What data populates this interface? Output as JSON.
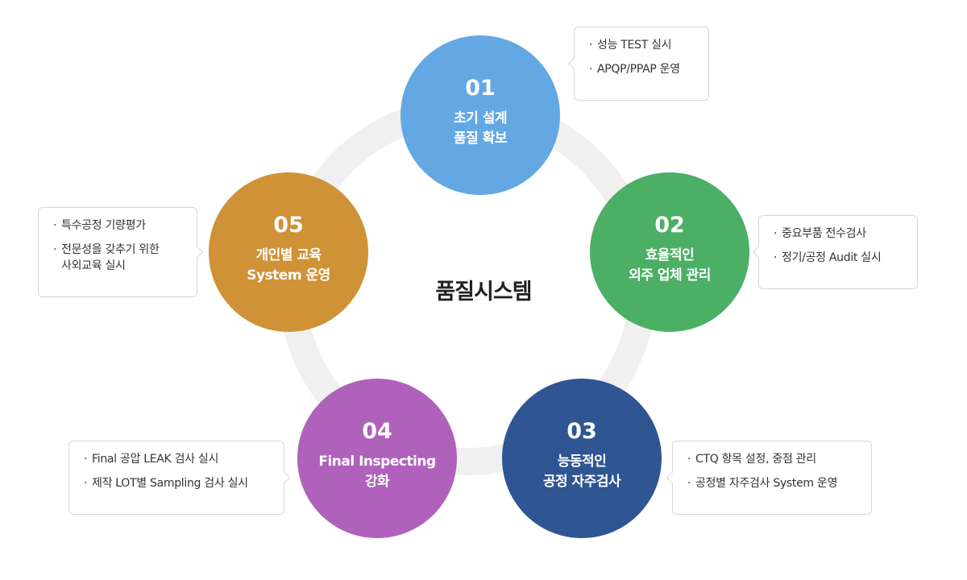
{
  "center_title": "품질시스템",
  "steps": [
    {
      "num": "01",
      "lines": [
        "초기 설계",
        "품질 확보"
      ],
      "color": "#63a8e3",
      "details": [
        "성능 TEST 실시",
        "APQP/PPAP 운영"
      ]
    },
    {
      "num": "02",
      "lines": [
        "효율적인",
        "외주 업체 관리"
      ],
      "color": "#4caf66",
      "details": [
        "중요부품 전수검사",
        "정기/공정 Audit 실시"
      ]
    },
    {
      "num": "03",
      "lines": [
        "능동적인",
        "공정 자주검사"
      ],
      "color": "#2f5593",
      "details": [
        "CTQ 항목 설정, 중점 관리",
        "공정별 자주검사 System 운영"
      ]
    },
    {
      "num": "04",
      "lines": [
        "Final Inspecting",
        "강화"
      ],
      "color": "#b061bc",
      "details": [
        "Final 공압 LEAK 검사 실시",
        "제작 LOT별 Sampling 검사 실시"
      ]
    },
    {
      "num": "05",
      "lines": [
        "개인별 교육",
        "System 운영"
      ],
      "color": "#cf9237",
      "details": [
        "특수공정 기량평가",
        "전문성을 갖추기 위한",
        "사외교육 실시"
      ]
    }
  ]
}
